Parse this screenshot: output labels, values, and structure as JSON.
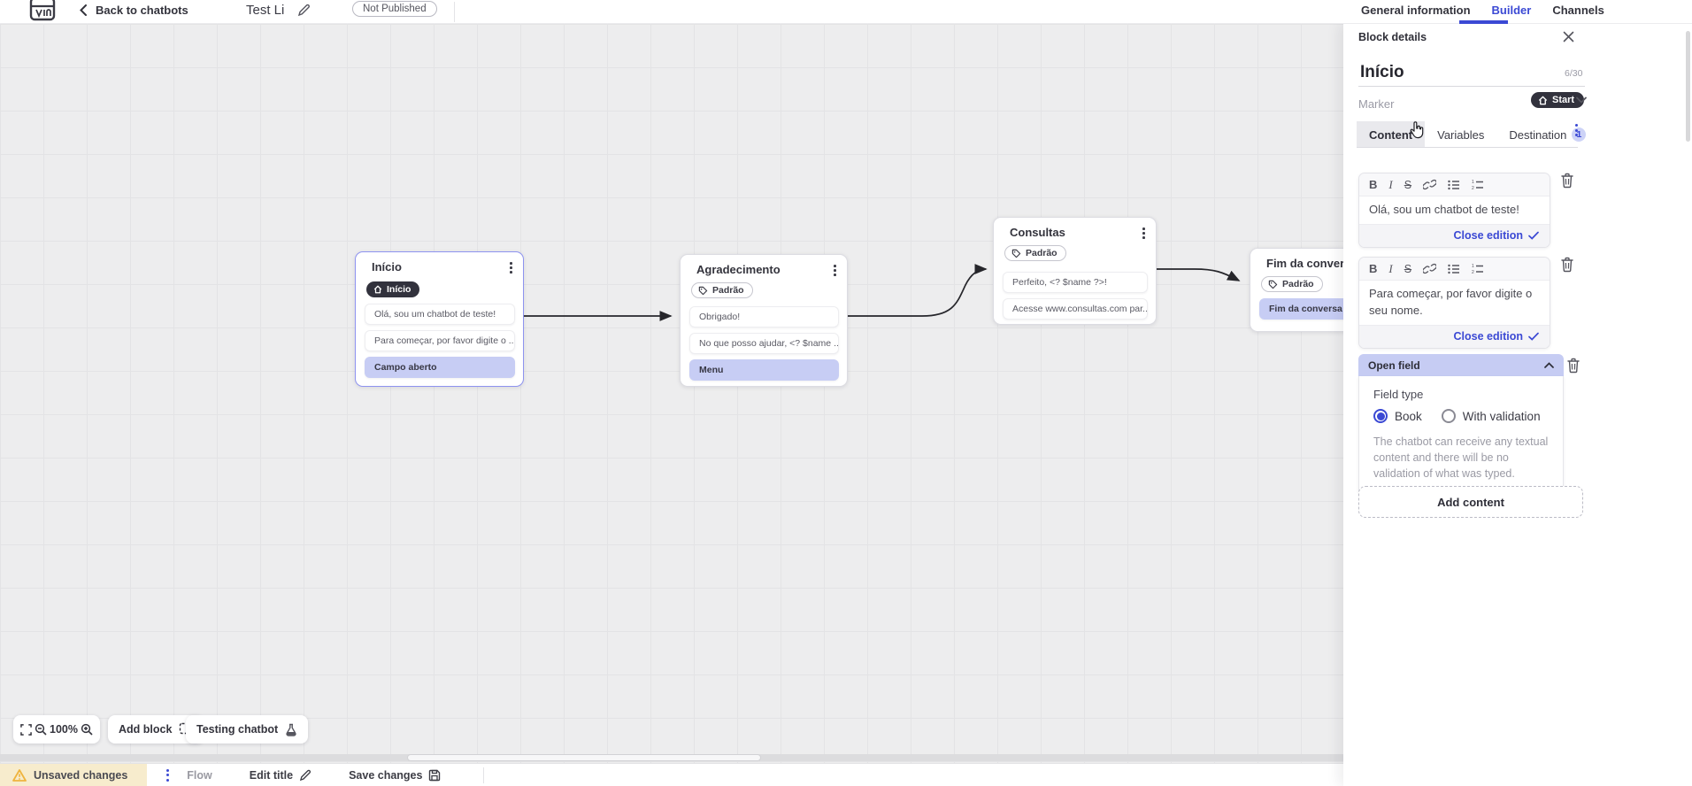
{
  "topbar": {
    "back_label": "Back to chatbots",
    "title": "Test Li",
    "status_badge": "Not Published",
    "tabs": {
      "general": "General information",
      "builder": "Builder",
      "channels": "Channels"
    }
  },
  "canvas": {
    "blocks": [
      {
        "title": "Início",
        "marker": "Início",
        "rows": [
          {
            "text": "Olá, sou um chatbot de teste!"
          },
          {
            "text": "Para começar, por favor digite o ..."
          },
          {
            "text": "Campo aberto"
          }
        ]
      },
      {
        "title": "Agradecimento",
        "tag": "Padrão",
        "rows": [
          {
            "text": "Obrigado!"
          },
          {
            "text": "No que posso ajudar, <? $name ..."
          },
          {
            "text": "Menu"
          }
        ]
      },
      {
        "title": "Consultas",
        "tag": "Padrão",
        "rows": [
          {
            "text": "Perfeito, <? $name ?>!"
          },
          {
            "text": "Acesse www.consultas.com par..."
          }
        ]
      },
      {
        "title": "Fim da conversa",
        "tag": "Padrão",
        "rows": [
          {
            "text": "Fim da conversa"
          }
        ]
      }
    ],
    "controls": {
      "zoom_level": "100%",
      "add_block": "Add block",
      "testing": "Testing chatbot"
    }
  },
  "statusbar": {
    "unsaved": "Unsaved changes",
    "flow": "Flow",
    "edit_title": "Edit title",
    "save": "Save changes"
  },
  "panel": {
    "header": "Block details",
    "title_value": "Início",
    "counter": "6/30",
    "marker_label": "Marker",
    "marker_value": "Start",
    "tabs": {
      "content": "Content",
      "variables": "Variables",
      "destination": "Destination",
      "destination_badge": "1"
    },
    "editors": [
      {
        "text": "Olá, sou um chatbot de teste!",
        "action": "Close edition"
      },
      {
        "text": "Para começar, por favor digite o seu nome.",
        "action": "Close edition"
      }
    ],
    "open_field": {
      "title": "Open field",
      "field_type_label": "Field type",
      "option1": "Book",
      "option2": "With validation",
      "description": "The chatbot can receive any textual content and there will be no validation of what was typed."
    },
    "add_content_label": "Add content",
    "colors": {
      "accent": "#3b49d4",
      "highlight": "#c7cdf4",
      "dark_pill": "#32323d",
      "warning": "#efb43e"
    }
  }
}
